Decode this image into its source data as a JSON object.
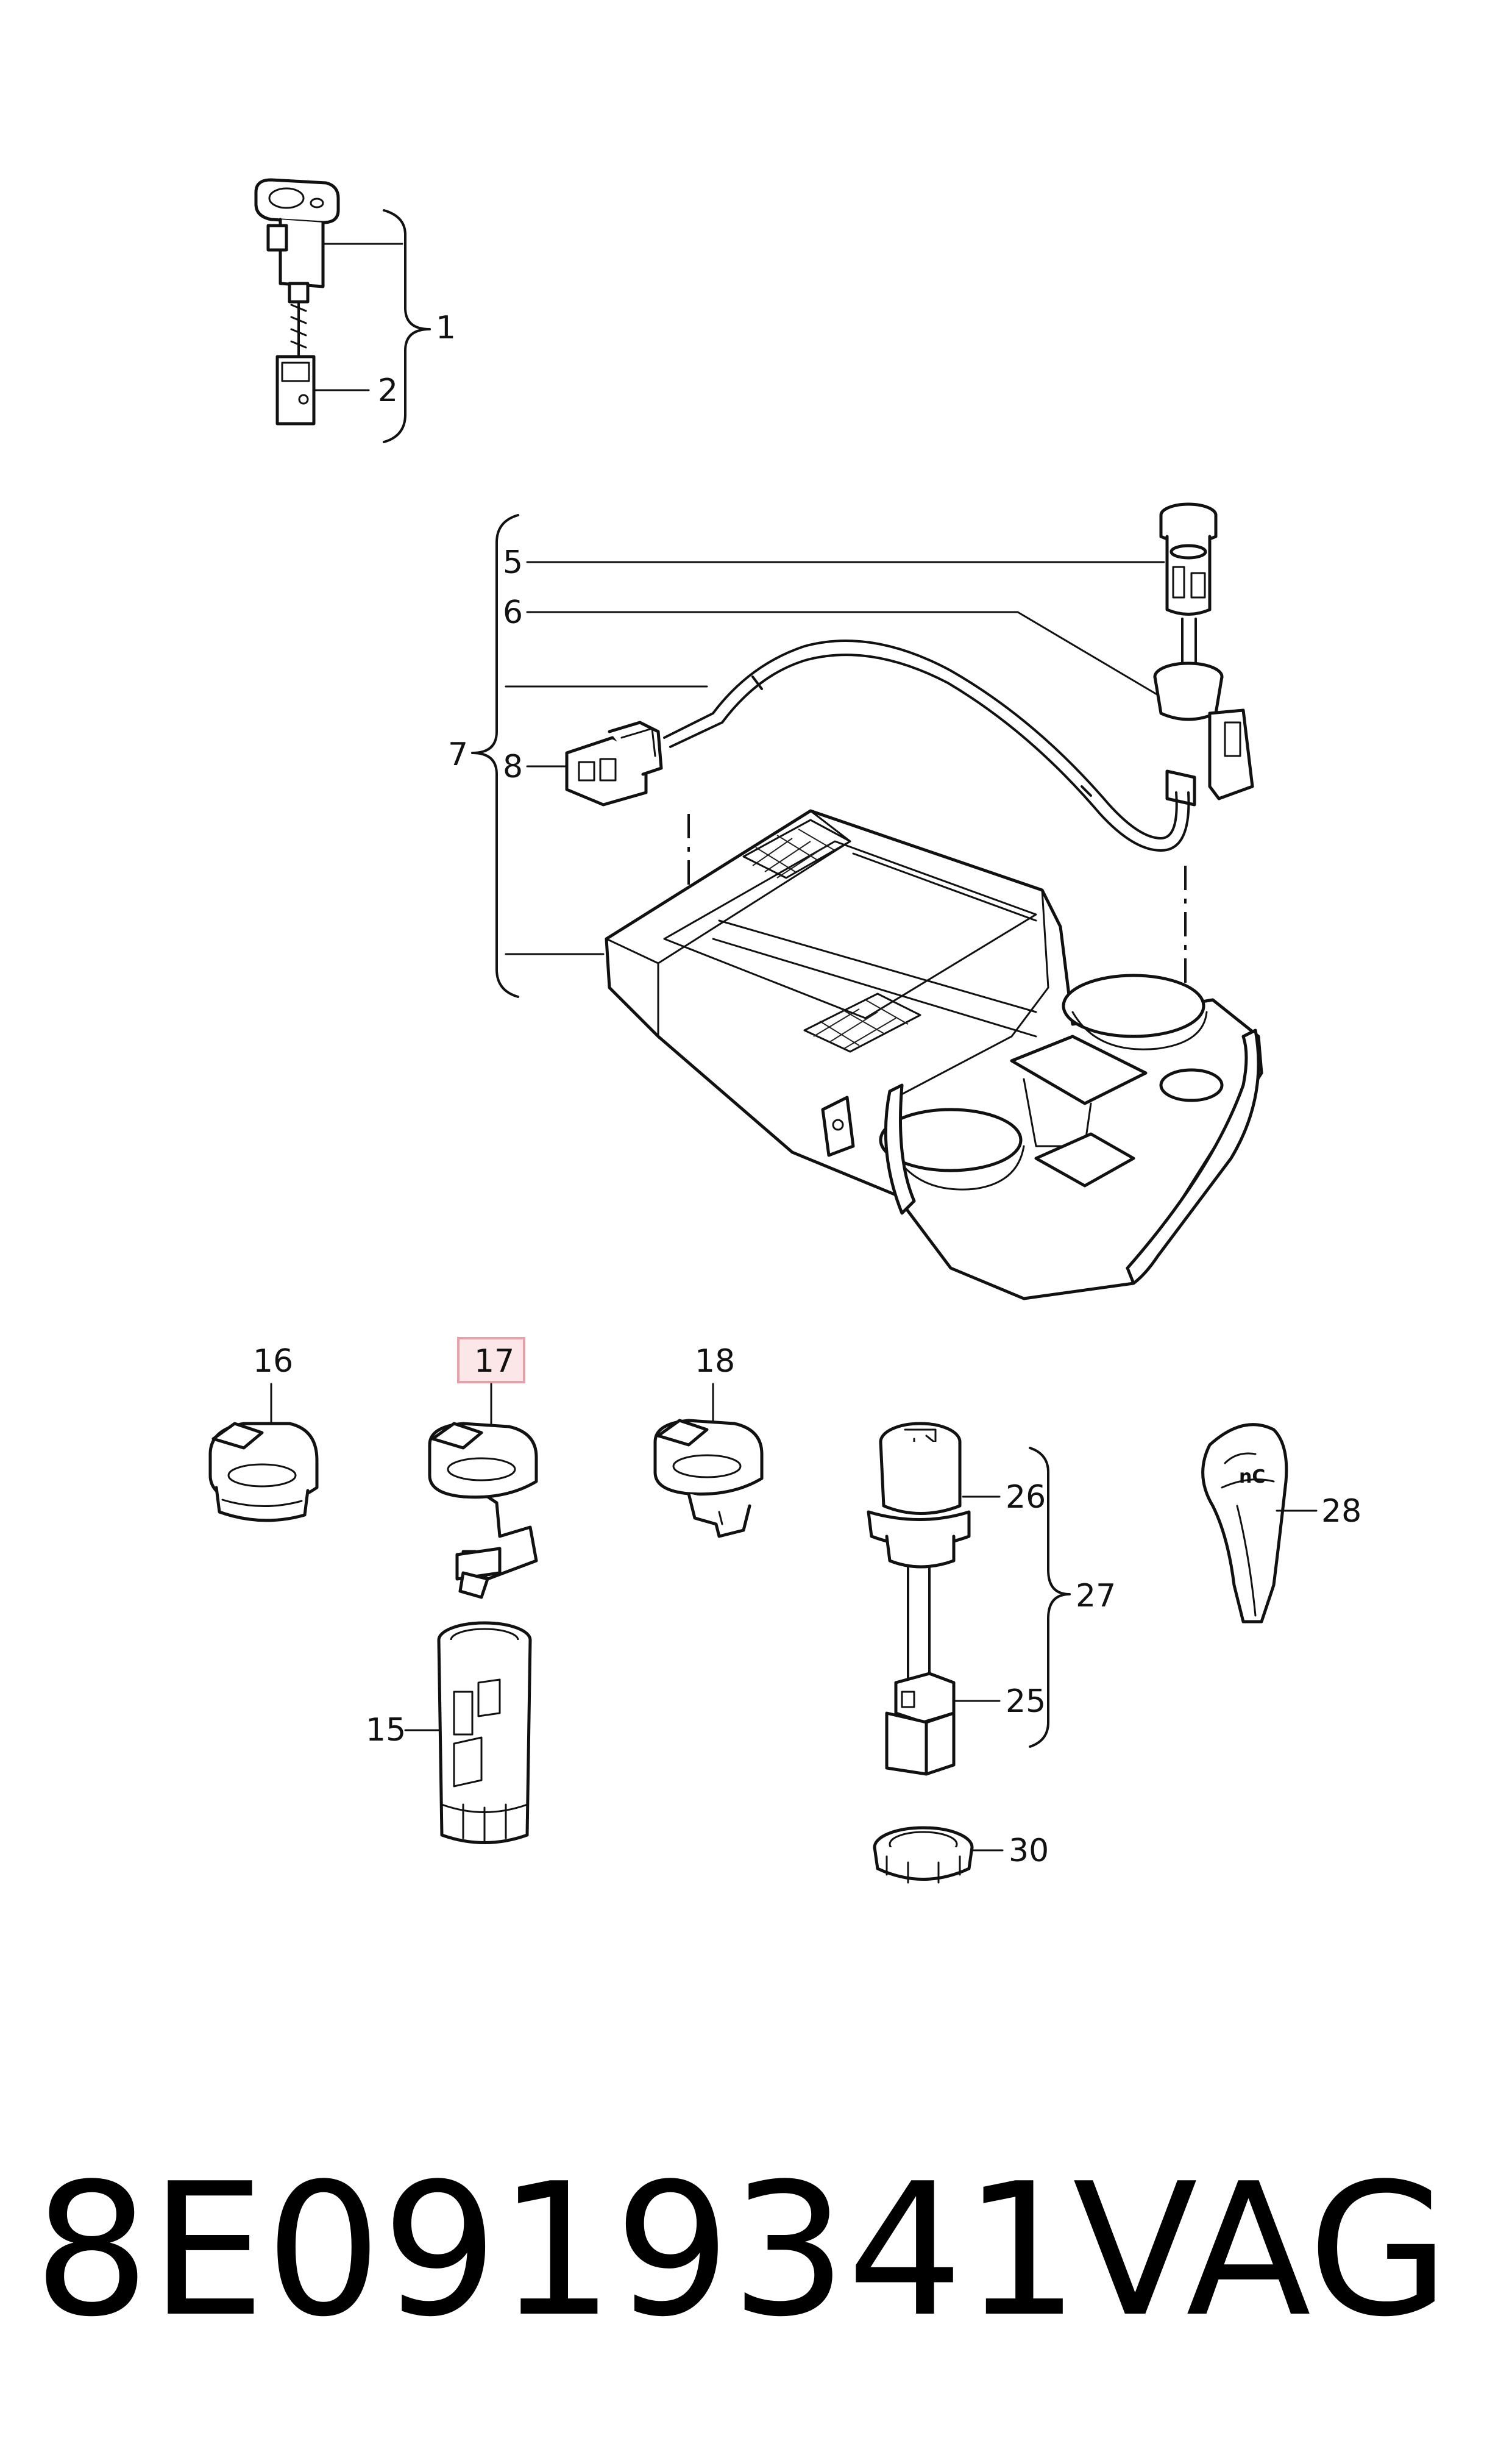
{
  "callouts": {
    "c1": "1",
    "c2": "2",
    "c5": "5",
    "c6": "6",
    "c7": "7",
    "c8": "8",
    "c15": "15",
    "c16": "16",
    "c17": "17",
    "c18": "18",
    "c25": "25",
    "c26": "26",
    "c27": "27",
    "c28": "28",
    "c30": "30"
  },
  "highlight": {
    "label": "17",
    "color": "#e8a0a8"
  },
  "caption": {
    "part_number": "8E0919341",
    "brand": "VAG"
  },
  "colors": {
    "line": "#111111",
    "background": "#ffffff"
  }
}
